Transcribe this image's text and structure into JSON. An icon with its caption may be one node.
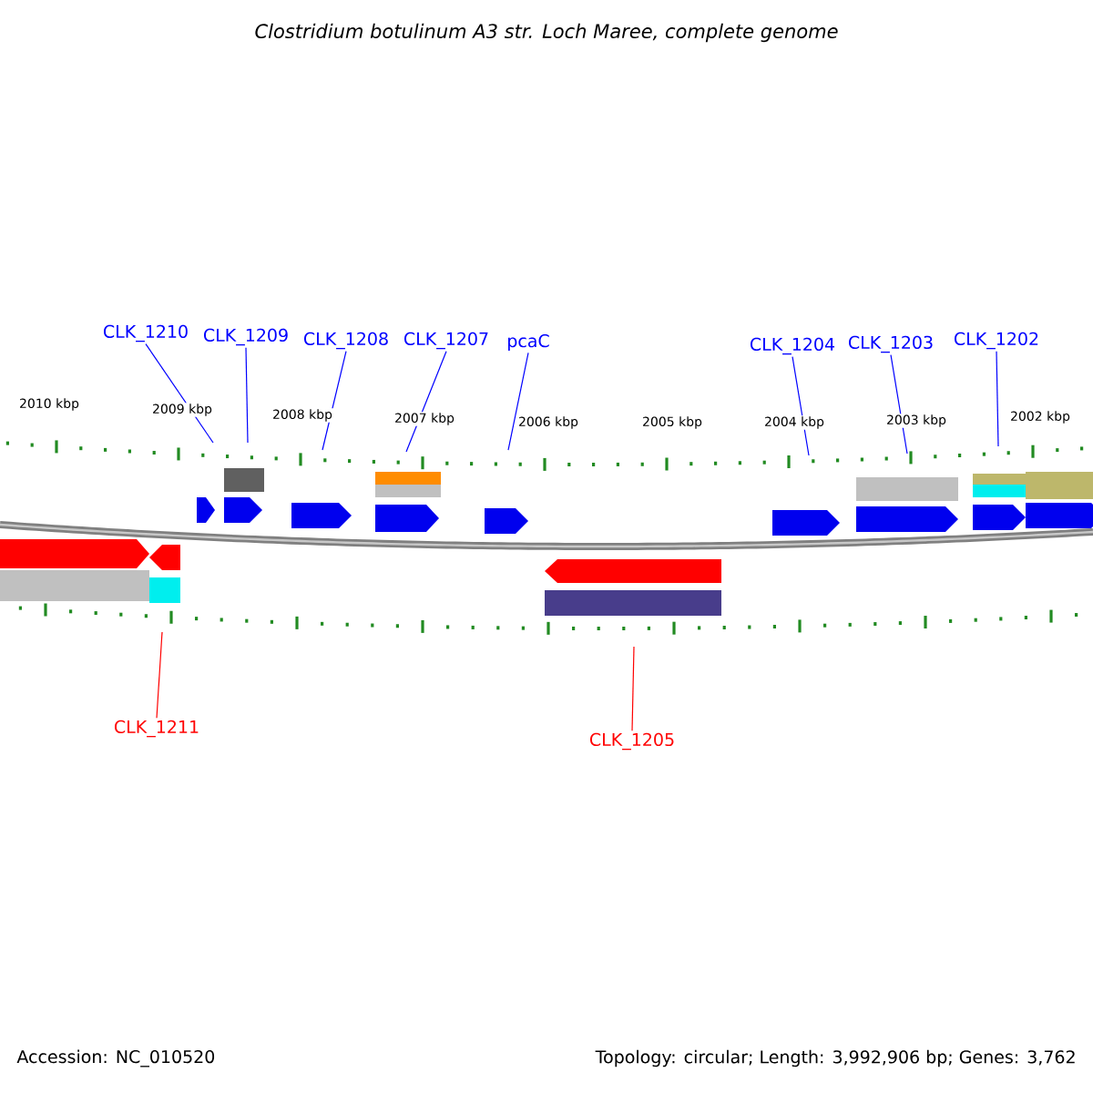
{
  "diagram": {
    "title": "Clostridium botulinum A3 str. Loch Maree, complete genome",
    "nodes": [
      {
        "text": [
          "CLK_1210"
        ]
      },
      {
        "text": [
          "CLK_1209"
        ]
      },
      {
        "text": [
          "CLK_1208"
        ]
      },
      {
        "text": [
          "CLK_1207"
        ]
      },
      {
        "text": [
          "pcaC"
        ]
      },
      {
        "text": [
          "CLK_1204"
        ]
      },
      {
        "text": [
          "CLK_1203"
        ]
      },
      {
        "text": [
          "CLK_1202"
        ]
      },
      {
        "text": [
          "CLK_1211"
        ]
      },
      {
        "text": [
          "CLK_1205"
        ]
      }
    ],
    "edges": [
      {
        "from": 0,
        "to": null,
        "arrow": "none"
      },
      {
        "from": 1,
        "to": null,
        "arrow": "none"
      },
      {
        "from": 2,
        "to": null,
        "arrow": "none"
      },
      {
        "from": 3,
        "to": null,
        "arrow": "none"
      },
      {
        "from": 4,
        "to": null,
        "arrow": "none"
      },
      {
        "from": 5,
        "to": null,
        "arrow": "none"
      },
      {
        "from": 6,
        "to": null,
        "arrow": "none"
      },
      {
        "from": 7,
        "to": null,
        "arrow": "none"
      },
      {
        "from": 8,
        "to": null,
        "arrow": "none",
        "color": "#ff0000"
      },
      {
        "from": 9,
        "to": null,
        "arrow": "none",
        "color": "#ff0000"
      }
    ],
    "labels": [
      "2010 kbp",
      "2009 kbp",
      "2008 kbp",
      "2007 kbp",
      "2006 kbp",
      "2005 kbp",
      "2004 kbp",
      "2003 kbp",
      "2002 kbp",
      "Accession: NC_010520",
      "Topology: circular; Length: 3,992,906 bp; Genes: 3,762"
    ]
  }
}
